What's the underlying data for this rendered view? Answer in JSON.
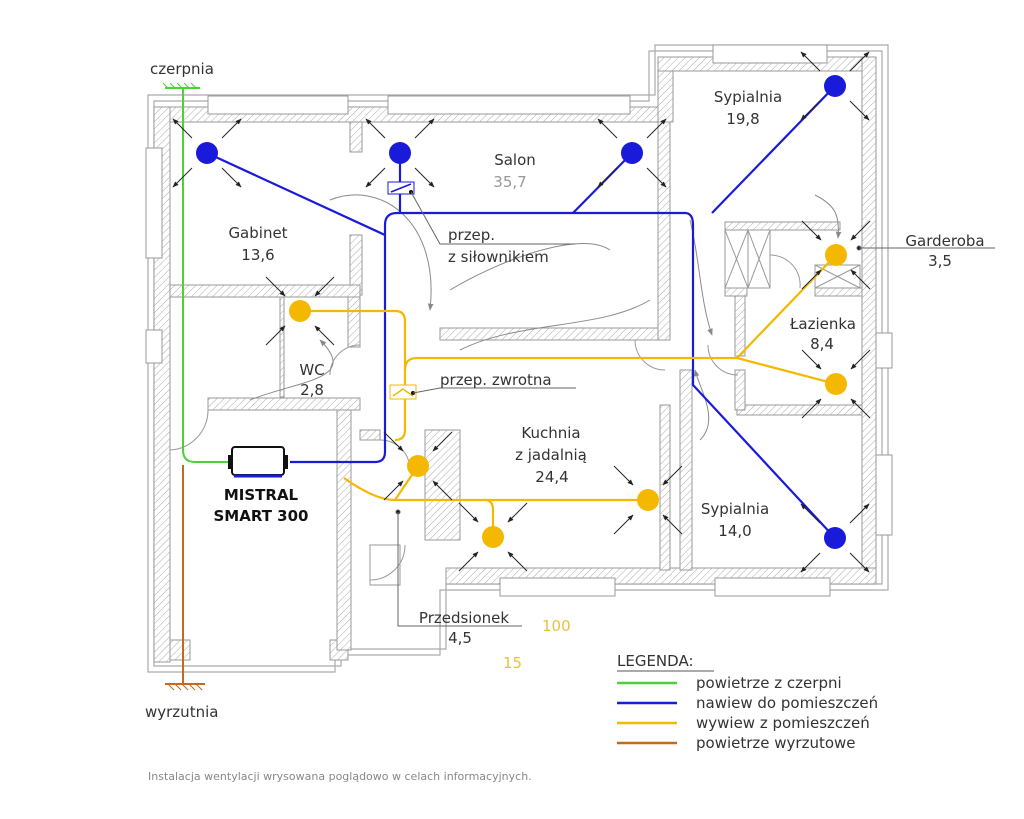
{
  "colors": {
    "intake": "#4cd137",
    "supply": "#1a1adb",
    "exhaust": "#f5b800",
    "discharge": "#c46a1c",
    "wall": "#9a9a9a",
    "text": "#333333",
    "note": "#888888",
    "number": "#e7c33a"
  },
  "labels": {
    "intake": "czerpnia",
    "discharge": "wyrzutnia",
    "damper_actuator_line1": "przep.",
    "damper_actuator_line2": "z siłownikiem",
    "check_damper": "przep. zwrotna",
    "device_line1": "MISTRAL",
    "device_line2": "SMART 300",
    "num_100": "100",
    "num_15": "15"
  },
  "rooms": [
    {
      "name": "Salon",
      "area": "35,7"
    },
    {
      "name": "Gabinet",
      "area": "13,6"
    },
    {
      "name": "Sypialnia",
      "area": "19,8"
    },
    {
      "name": "Garderoba",
      "area": "3,5"
    },
    {
      "name": "Łazienka",
      "area": "8,4"
    },
    {
      "name": "WC",
      "area": "2,8"
    },
    {
      "name": "Kuchnia",
      "name2": "z jadalnią",
      "area": "24,4"
    },
    {
      "name": "Sypialnia",
      "area": "14,0"
    },
    {
      "name": "Przedsionek",
      "area": "4,5"
    }
  ],
  "legend": {
    "title": "LEGENDA:",
    "items": [
      {
        "label": "powietrze z czerpni",
        "type": "intake"
      },
      {
        "label": "nawiew do pomieszczeń",
        "type": "supply"
      },
      {
        "label": "wywiew z pomieszczeń",
        "type": "exhaust"
      },
      {
        "label": "powietrze wyrzutowe",
        "type": "discharge"
      }
    ]
  },
  "footer_note": "Instalacja wentylacji wrysowana poglądowo w celach informacyjnych."
}
